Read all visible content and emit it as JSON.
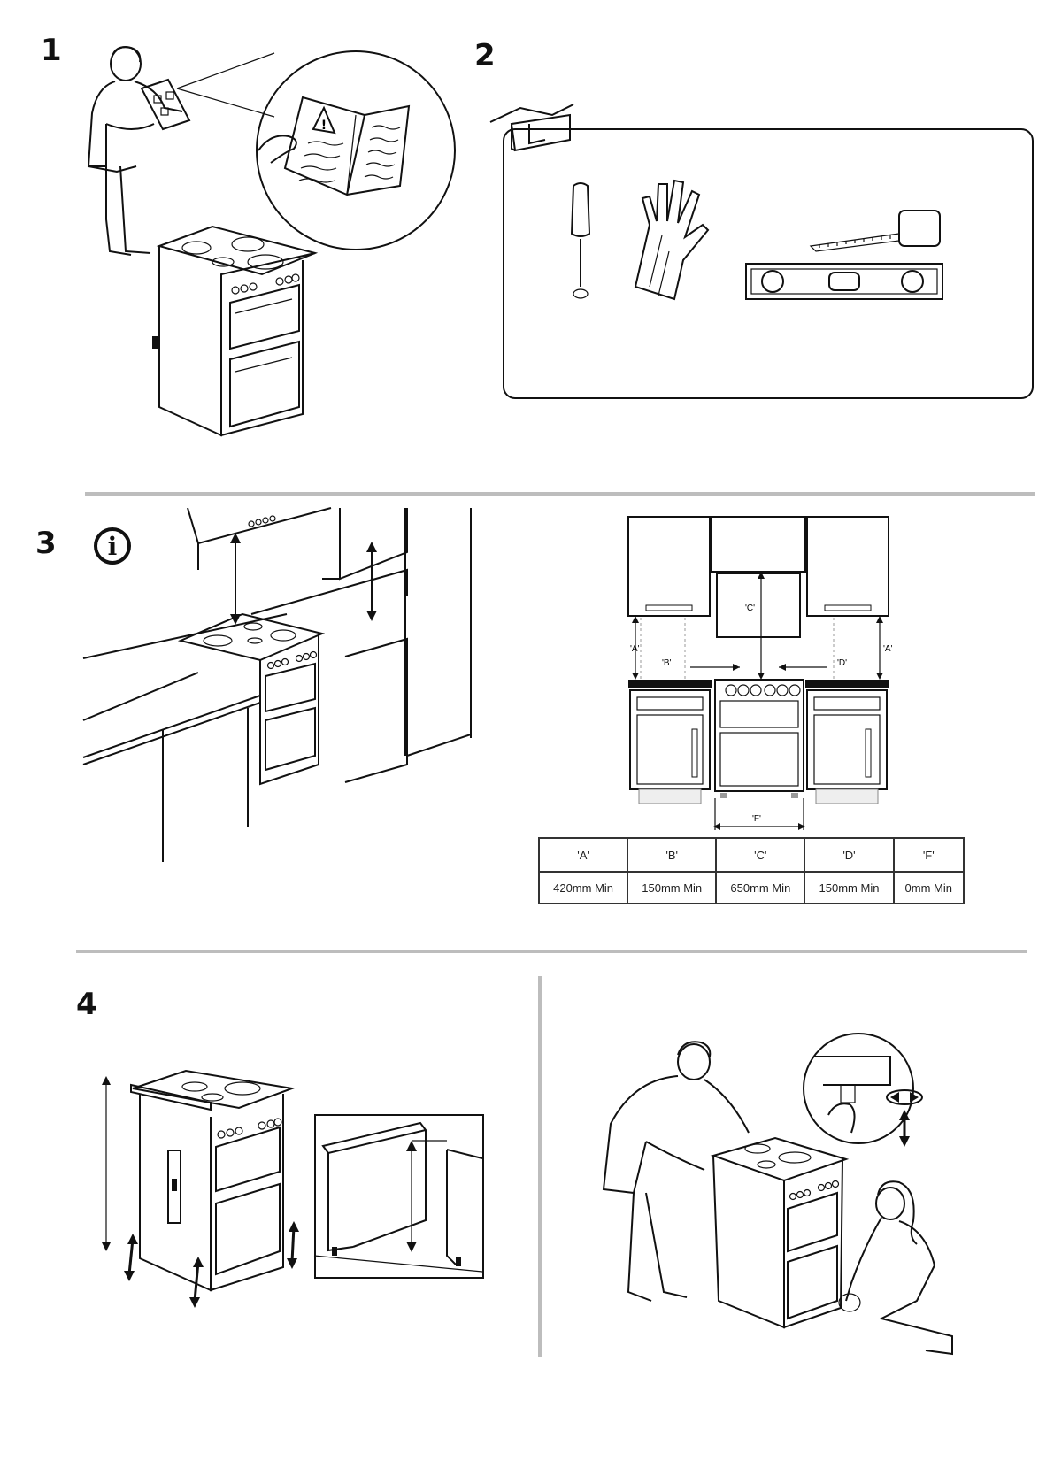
{
  "steps": {
    "step1": "1",
    "step2": "2",
    "step3": "3",
    "step4": "4"
  },
  "info_icon_glyph": "i",
  "layout_diagram": {
    "labels": {
      "a_left": "'A'",
      "b": "'B'",
      "c": "'C'",
      "d": "'D'",
      "a_right": "'A'",
      "f": "'F'"
    }
  },
  "clearance_table": {
    "headers": [
      "'A'",
      "'B'",
      "'C'",
      "'D'",
      "'F'"
    ],
    "values": [
      "420mm Min",
      "150mm Min",
      "650mm Min",
      "150mm Min",
      "0mm Min"
    ]
  },
  "icons": [
    "warning-icon",
    "toolbox-icon",
    "screwdriver-icon",
    "gloves-icon",
    "tape-measure-icon",
    "spirit-level-icon",
    "info-icon",
    "rotate-arrows-icon"
  ],
  "colors": {
    "rule": "#bdbdbd",
    "ink": "#111111",
    "cabinet_fill": "#f2f2f2"
  }
}
